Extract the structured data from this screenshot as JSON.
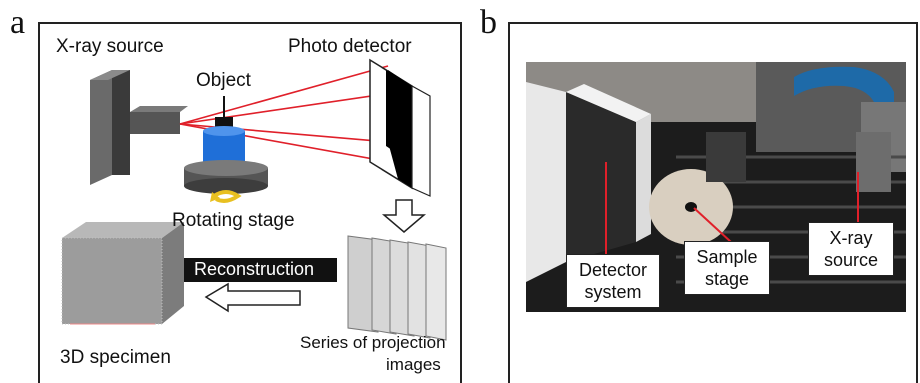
{
  "panel_a": {
    "letter": "a",
    "xray_source": "X-ray source",
    "photo_detector": "Photo detector",
    "object": "Object",
    "rotating_stage": "Rotating stage",
    "reconstruction": "Reconstruction",
    "specimen": "3D specimen",
    "projection_line1": "Series of projection",
    "projection_line2": "images"
  },
  "panel_b": {
    "letter": "b",
    "detector_line1": "Detector",
    "detector_line2": "system",
    "sample_line1": "Sample",
    "sample_line2": "stage",
    "xray_line1": "X-ray",
    "xray_line2": "source"
  },
  "colors": {
    "beam": "#e0202a",
    "object": "#1f6fd8",
    "stage": "#555555",
    "arrow_yellow": "#e8c020"
  }
}
